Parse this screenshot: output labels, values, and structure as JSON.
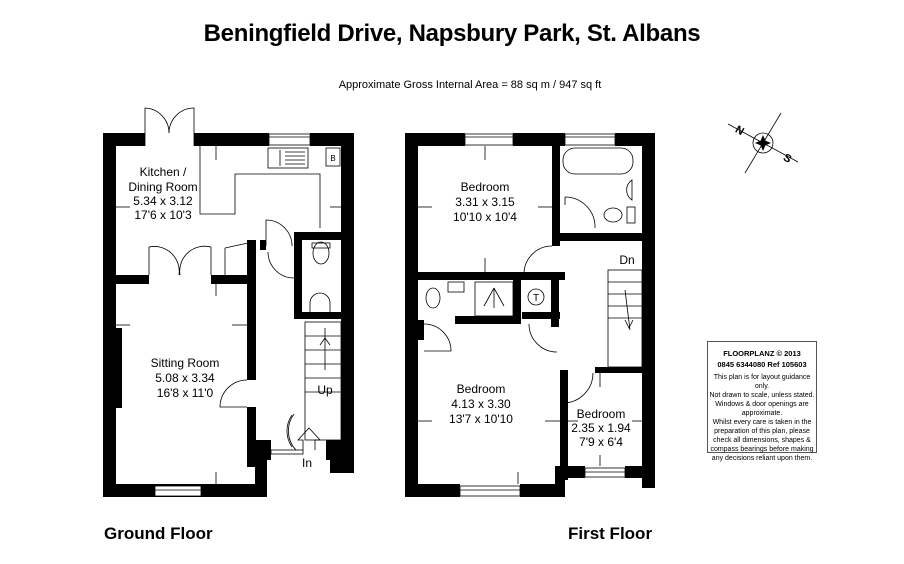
{
  "header": {
    "title": "Beningfield Drive, Napsbury Park, St. Albans",
    "area": "Approximate Gross Internal Area = 88 sq m / 947 sq ft"
  },
  "ground_floor": {
    "label": "Ground Floor",
    "rooms": [
      {
        "name": "Kitchen /",
        "name2": "Dining Room",
        "metric": "5.34 x 3.12",
        "imperial": "17'6 x 10'3"
      },
      {
        "name": "Sitting Room",
        "metric": "5.08 x 3.34",
        "imperial": "16'8 x 11'0"
      }
    ],
    "annotations": {
      "up": "Up",
      "in": "In",
      "boiler": "B"
    }
  },
  "first_floor": {
    "label": "First Floor",
    "rooms": [
      {
        "name": "Bedroom",
        "metric": "3.31 x 3.15",
        "imperial": "10'10 x 10'4"
      },
      {
        "name": "Bedroom",
        "metric": "4.13 x 3.30",
        "imperial": "13'7 x 10'10"
      },
      {
        "name": "Bedroom",
        "metric": "2.35 x 1.94",
        "imperial": "7'9 x 6'4"
      }
    ],
    "annotations": {
      "down": "Dn",
      "tank": "T"
    }
  },
  "compass": {
    "north": "N",
    "south": "S"
  },
  "disclaimer": {
    "brand": "FLOORPLANZ © 2013",
    "ref": "0845 6344080   Ref  105603",
    "lines": [
      "This plan is for layout guidance only.",
      "Not drawn to scale, unless stated.",
      "Windows & door openings are",
      "approximate.",
      "Whilst every care is taken in the",
      "preparation of this plan, please",
      "check all dimensions, shapes &",
      "compass bearings before making",
      "any decisions reliant upon them."
    ]
  }
}
